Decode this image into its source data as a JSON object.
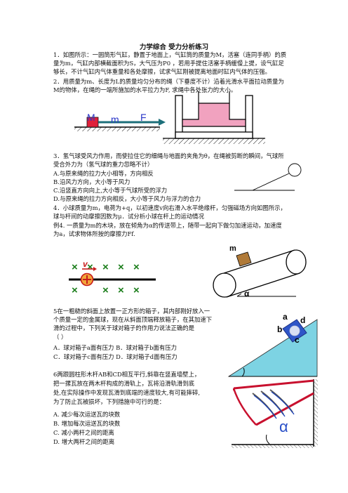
{
  "document": {
    "title": "力学综合  受力分析练习",
    "q1": [
      "1．如图所示：一圆筒形气缸，静置于地面上，气缸筒的质量为M，活塞（连同手柄）的质",
      "量为m，气缸内部横截面积为S，大气压为P0 ，若用手提住活塞手柄缓慢上提，设气缸足",
      "够长，不计气缸内气体重量和各处摩擦，试求气缸刚被提离地面时缸内气体的压强。"
    ],
    "q2": [
      "2．用质量为m、长度为L的质量均匀分布的绳（下垂度不计）沿着光滑水平面拉动质量为",
      "M的物体，在绳的一端所施加的水平拉力为F, 求绳中各处张力的大小。"
    ],
    "fig1": {
      "M": "M",
      "m": "m",
      "F": "F"
    },
    "q3": [
      "3．氢气球受风力作用，而使拉住它的细绳与地面的夹角为θ，在绳被剪断的瞬间，气球所",
      "受合外力为（氢气球的重力忽略不计）",
      "A.与原来绳的拉力大小相等，方向相反",
      "B.沿风力方向，大小等于风力",
      "C.沿竖直方向向上,大小等于气球所受的浮力",
      "D.与原来绳的拉力方向相反，大小等于风力与浮力的合力"
    ],
    "q4": [
      "4．小球质量为m，电荷为+q，以初速度v向右滑入水平绝缘杆，匀强磁场方向如图所示，",
      "球与杆间的动摩擦因数为μ．试分析小球在杆上的运动情况"
    ],
    "ex4": [
      "例4. 一质量为m的木块，放在倾角为α的传送带上，随带一起向下做匀加速运动，加速度",
      "为a，试求物体所按的摩擦力Ff."
    ],
    "fig4": {
      "v": "v",
      "m": "m",
      "alpha": "α"
    },
    "q5": [
      "5在一粗糙的斜面上放置一正方形的箱子，其内部刚好放入一",
      "个质量一定的金属球，现在从斜面顶端释放箱子，在其加速下",
      "滑的过程中，下列关于球对箱子的作用力说法正确的是",
      "（       ）",
      "A．球对箱子a面有压力  B．球对箱子b面有压力",
      "C．球对箱子c面有压力  D．球对箱子d面有压力"
    ],
    "fig5": {
      "a": "a",
      "b": "b",
      "c": "c",
      "d": "d"
    },
    "q6": [
      "6两跟圆柱形木杆AB和CD相互平行,斜靠在竖直墙壁上，",
      "把一摞瓦放在两木杆构成的滑轨上，瓦将沿滑轨滑到底",
      "处,在实际操作中发现瓦滑到底端的速度较大,有可能摔碎,",
      "为了防止瓦被损坏，下列措施中可行的是：",
      "A.  减少每次运送瓦的块数",
      "B.  增加每次运送瓦的块数",
      "C.  减小两杆之间的距离",
      "D.  增大两杆之间的距离"
    ],
    "fig6": {
      "alpha": "α"
    }
  }
}
